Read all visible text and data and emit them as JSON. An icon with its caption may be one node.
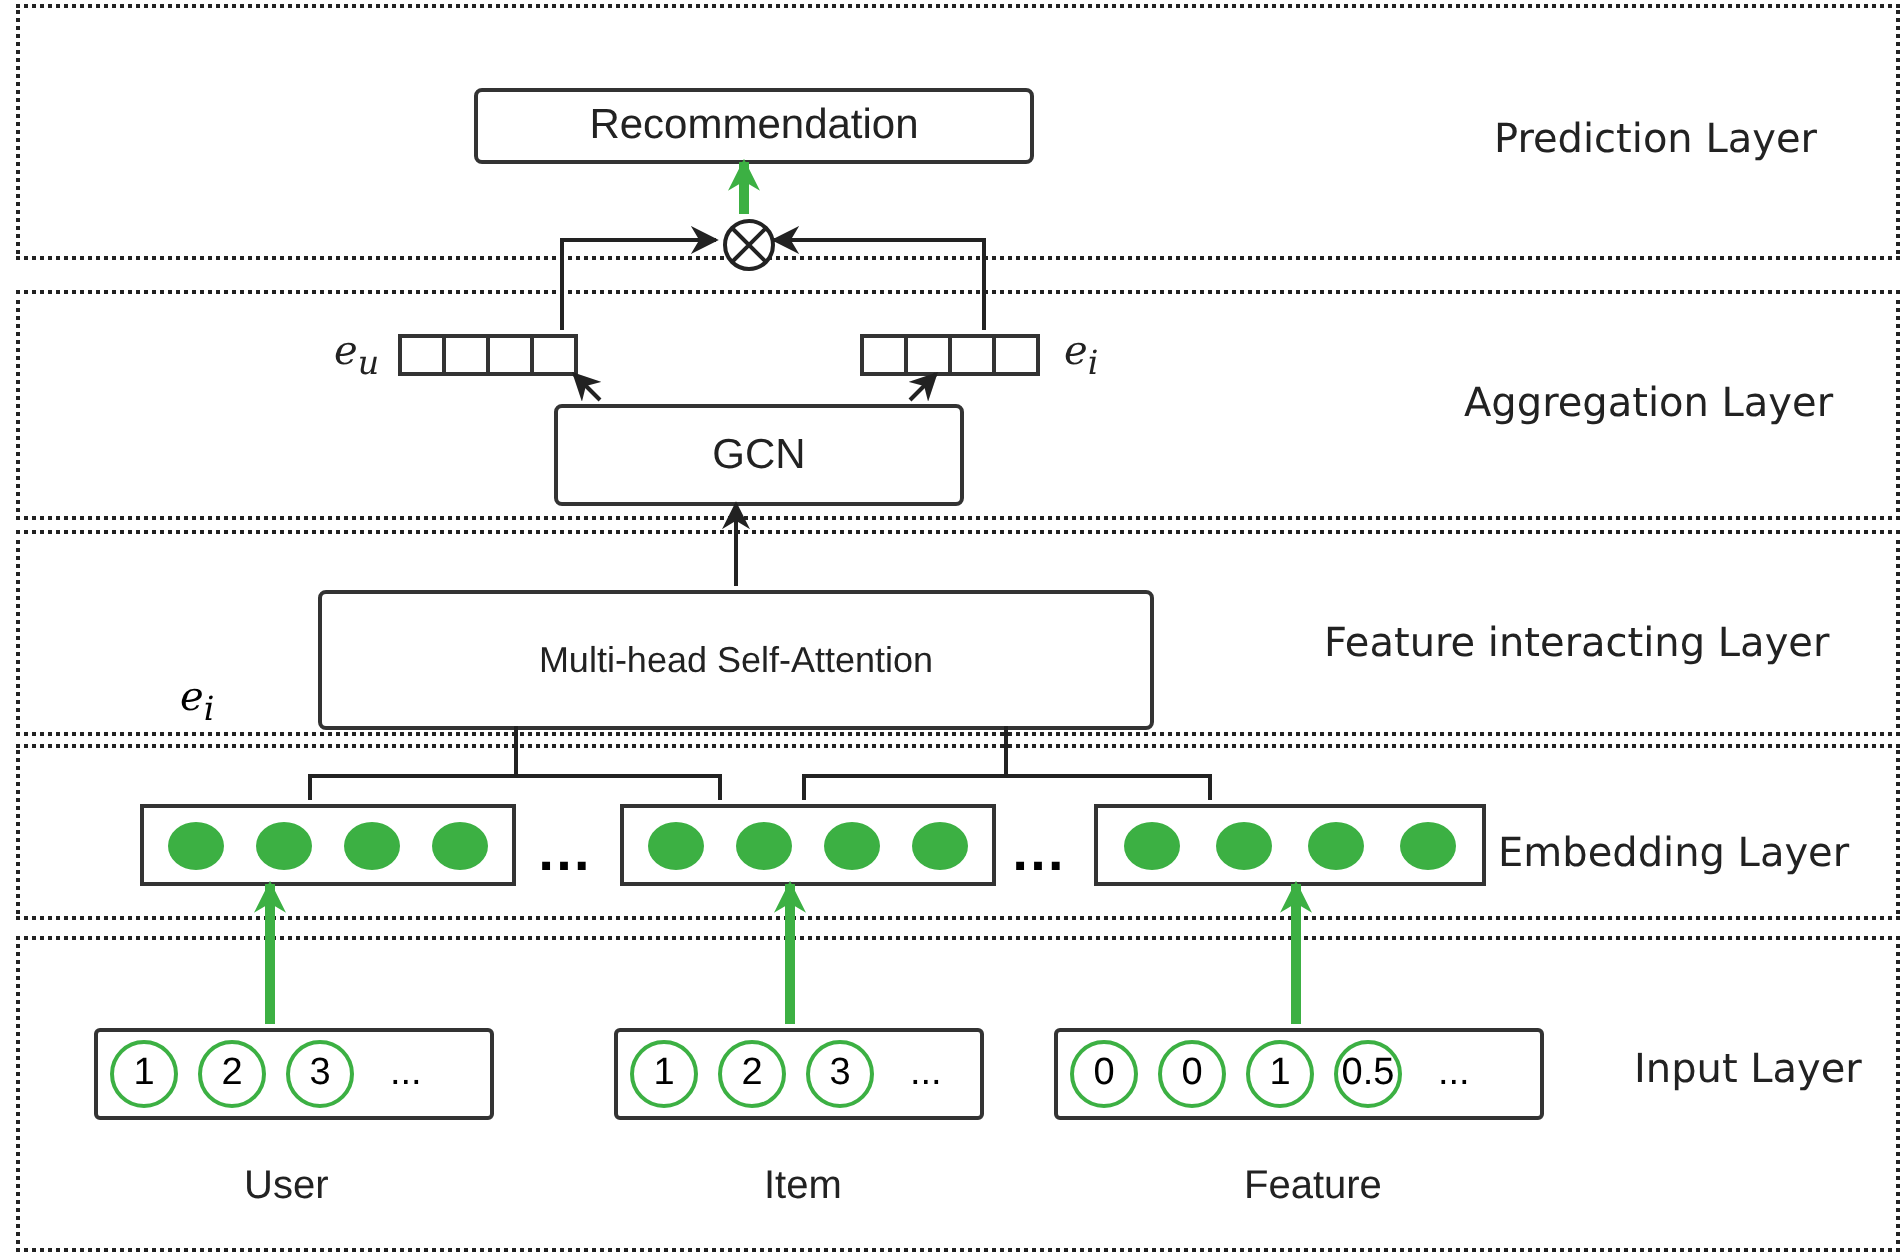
{
  "diagram": {
    "nodes": [
      {
        "text": [
          "Prediction Layer"
        ]
      },
      {
        "text": [
          "Recommendation"
        ],
        "in": 0
      },
      {
        "text": [],
        "shape": "circle",
        "in": 0
      },
      {
        "text": [
          "Aggregation Layer"
        ]
      },
      {
        "text": [],
        "shape": "bar",
        "in": 3,
        "beside": [
          "e$_{u}$"
        ]
      },
      {
        "text": [],
        "shape": "bar",
        "in": 3,
        "beside": [
          "e$_{i}$"
        ]
      },
      {
        "text": [
          "GCN"
        ],
        "in": 3
      },
      {
        "text": [
          "Feature interacting Layer"
        ]
      },
      {
        "text": [
          "Multi-head Self-Attention"
        ],
        "in": 7
      },
      {
        "text": [
          "Embedding Layer"
        ]
      },
      {
        "text": [],
        "shape": "bar",
        "in": 9
      },
      {
        "text": [],
        "shape": "bar",
        "in": 9
      },
      {
        "text": [],
        "shape": "bar",
        "in": 9
      },
      {
        "text": [
          "Input Layer"
        ]
      },
      {
        "text": [
          "1",
          "2",
          "3",
          "..."
        ],
        "in": 13,
        "beside": [
          "User"
        ]
      },
      {
        "text": [
          "1",
          "2",
          "3",
          "..."
        ],
        "in": 13,
        "beside": [
          "Item"
        ]
      },
      {
        "text": [
          "0",
          "0",
          "1",
          "0.5",
          "..."
        ],
        "in": 13,
        "beside": [
          "Feature"
        ]
      }
    ],
    "edges": [
      {
        "from": 6,
        "to": 4,
        "arrow": "to"
      },
      {
        "from": 6,
        "to": 5,
        "arrow": "to"
      },
      {
        "from": 4,
        "to": 2,
        "arrow": "to"
      },
      {
        "from": 5,
        "to": 2,
        "arrow": "to"
      },
      {
        "from": 2,
        "to": 1,
        "arrow": "to",
        "style": "thick",
        "color": "#3cb043"
      },
      {
        "from": 8,
        "to": 6,
        "arrow": "to"
      },
      {
        "from": 8,
        "to": 10,
        "arrow": "none"
      },
      {
        "from": 8,
        "to": 11,
        "arrow": "none"
      },
      {
        "from": 8,
        "to": 11,
        "arrow": "none"
      },
      {
        "from": 8,
        "to": 12,
        "arrow": "none"
      },
      {
        "from": 14,
        "to": 10,
        "arrow": "to",
        "style": "thick",
        "color": "#3cb043"
      },
      {
        "from": 15,
        "to": 11,
        "arrow": "to",
        "style": "thick",
        "color": "#3cb043"
      },
      {
        "from": 16,
        "to": 12,
        "arrow": "to",
        "style": "thick",
        "color": "#3cb043"
      }
    ],
    "labels": [
      "e$_{i}$",
      "…",
      "…"
    ]
  }
}
